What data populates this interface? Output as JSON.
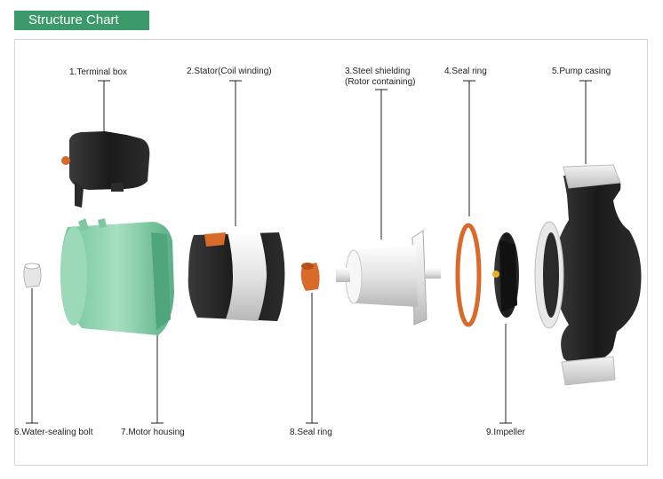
{
  "header": {
    "title": "Structure Chart"
  },
  "labels": {
    "terminal_box": "1.Terminal box",
    "stator": "2.Stator(Coil winding)",
    "steel_shielding_1": "3.Steel shielding",
    "steel_shielding_2": "(Rotor containing)",
    "seal_ring_4": "4.Seal ring",
    "pump_casing": "5.Pump casing",
    "water_sealing_bolt": "6.Water-sealing bolt",
    "motor_housing": "7.Motor housing",
    "seal_ring_8": "8.Seal ring",
    "impeller": "9.Impeller"
  },
  "colors": {
    "accent": "#3c9a6a",
    "housing_green": "#8ed2ae",
    "seal_orange": "#d86a2a",
    "part_black": "#1e1e1e",
    "steel_white": "#f2f2f2"
  }
}
